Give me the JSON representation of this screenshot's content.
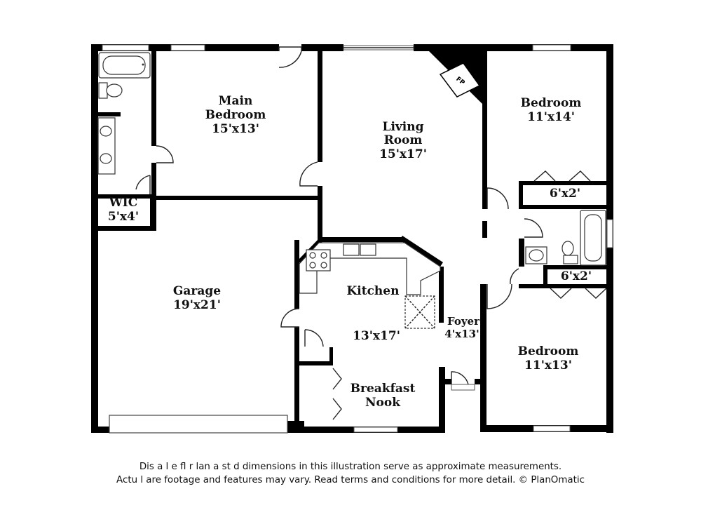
{
  "rooms": {
    "main_bedroom": {
      "name": [
        "Main",
        "Bedroom"
      ],
      "size": "15'x13'"
    },
    "living_room": {
      "name": [
        "Living",
        "Room"
      ],
      "size": "15'x17'"
    },
    "bedroom_1": {
      "name": "Bedroom",
      "size": "11'x14'"
    },
    "closet_1": {
      "size": "6'x2'"
    },
    "closet_2": {
      "size": "6'x2'"
    },
    "bedroom_2": {
      "name": "Bedroom",
      "size": "11'x13'"
    },
    "wic": {
      "name": "WIC",
      "size": "5'x4'"
    },
    "garage": {
      "name": "Garage",
      "size": "19'x21'"
    },
    "kitchen": {
      "name": "Kitchen",
      "size": "13'x17'"
    },
    "foyer": {
      "name": "Foyer",
      "size": "4'x13'"
    },
    "breakfast_nook": {
      "name": [
        "Breakfast",
        "Nook"
      ]
    }
  },
  "fireplace_label": "FP",
  "disclaimer": {
    "line1": "Dis   a     l e fl  r  lan a  st  d dimensions in this illustration serve as approximate measurements.",
    "line2": "Actu   l   are footage and features may vary. Read terms and conditions for more detail. © PlanOmatic"
  },
  "colors": {
    "wall": "#000000",
    "background": "#ffffff"
  }
}
